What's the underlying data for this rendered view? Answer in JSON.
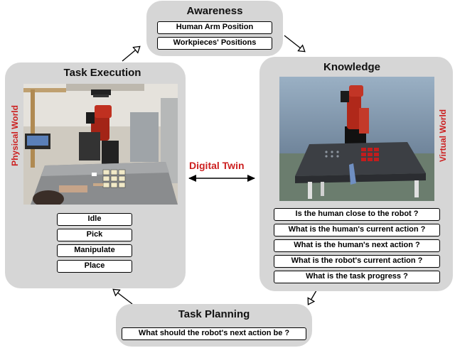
{
  "awareness": {
    "title": "Awareness",
    "items": [
      "Human Arm Position",
      "Workpieces' Positions"
    ]
  },
  "task_execution": {
    "title": "Task Execution",
    "side_label": "Physical World",
    "states": [
      "Idle",
      "Pick",
      "Manipulate",
      "Place"
    ]
  },
  "knowledge": {
    "title": "Knowledge",
    "side_label": "Virtual World",
    "questions": [
      "Is the human close to the robot ?",
      "What is the human's current action ?",
      "What is the human's next action ?",
      "What is the robot's current action ?",
      "What is the task progress ?"
    ]
  },
  "center": {
    "label": "Digital Twin"
  },
  "task_planning": {
    "title": "Task Planning",
    "question": "What should the robot's next action be ?"
  }
}
